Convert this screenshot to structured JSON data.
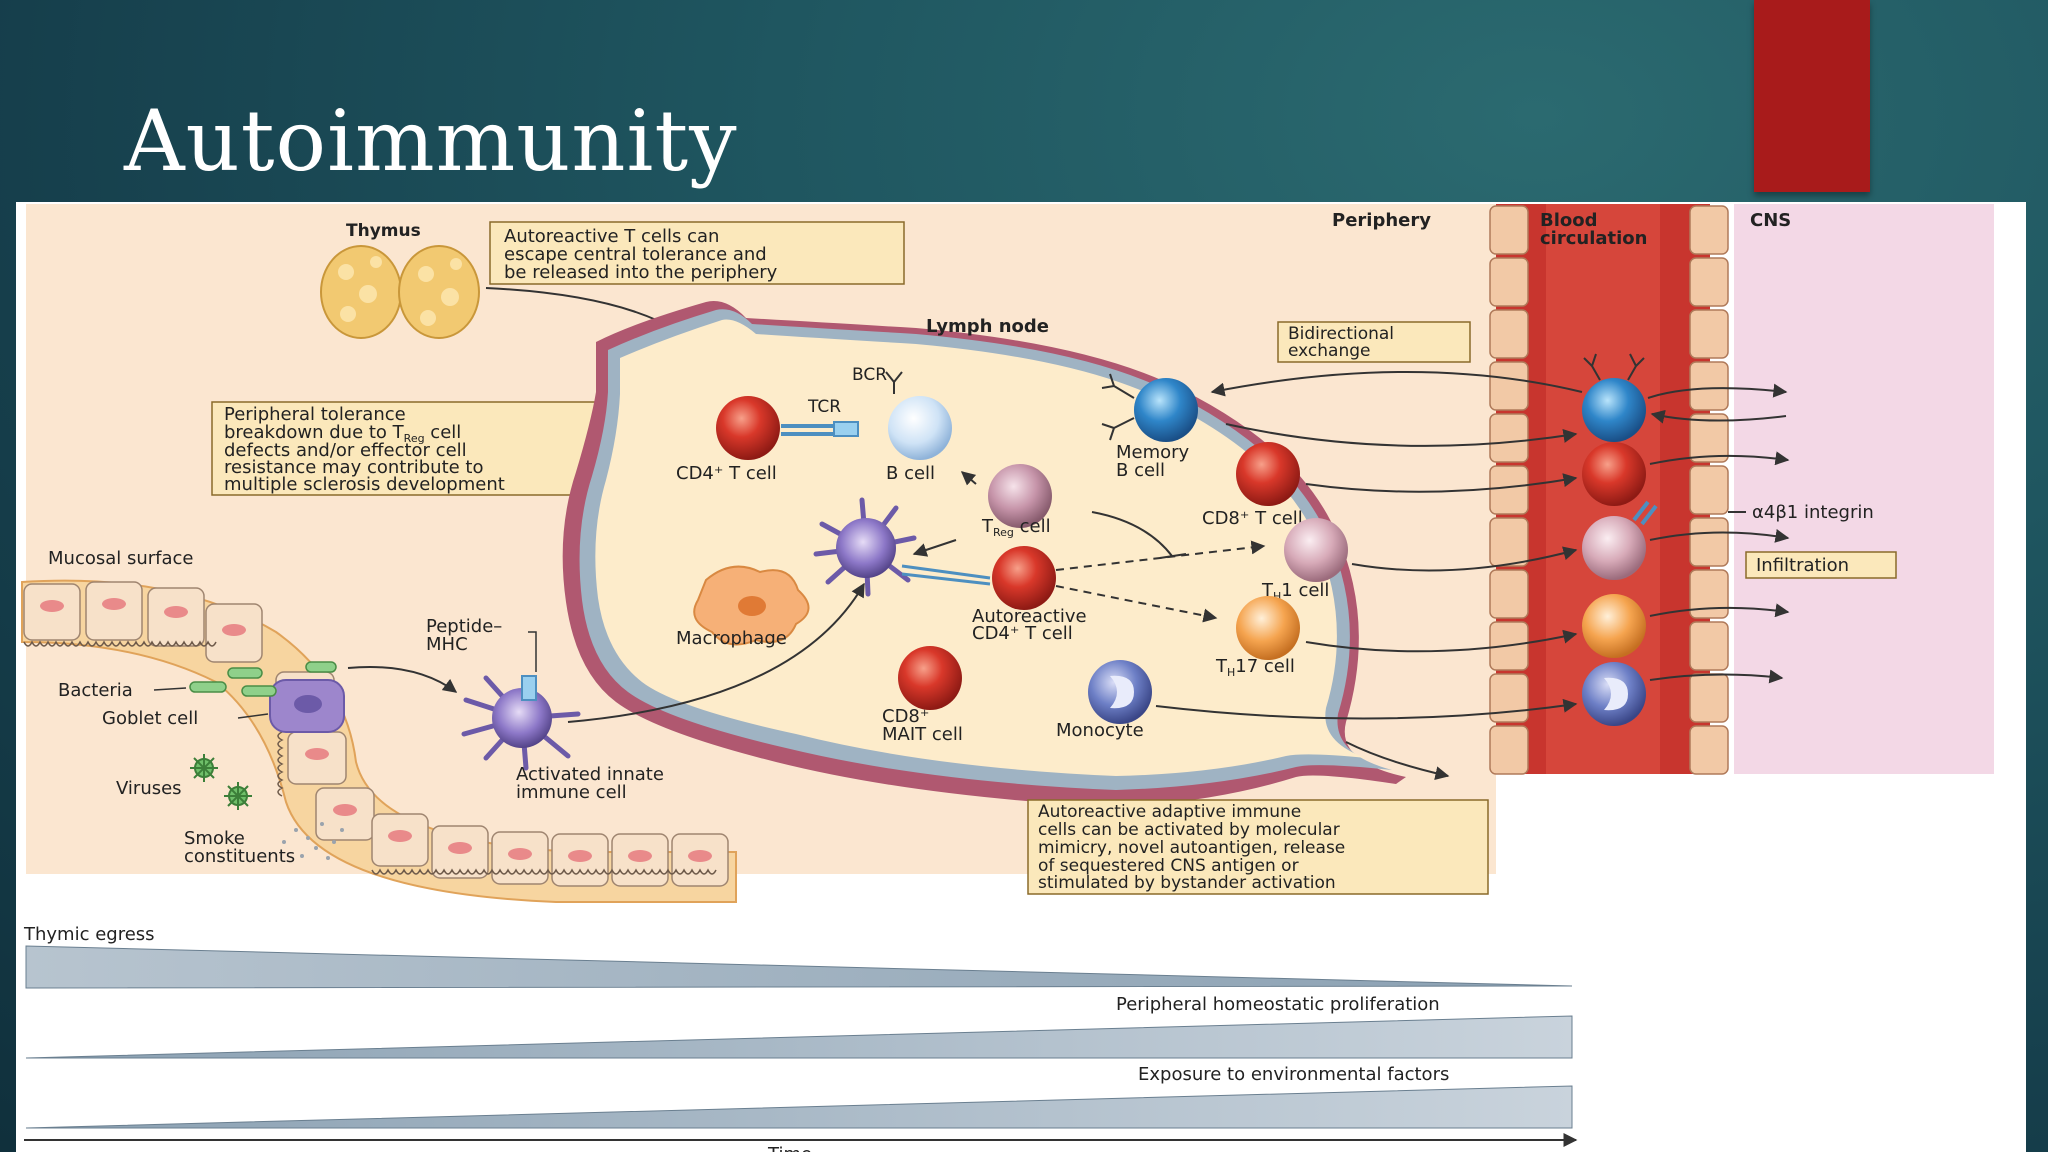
{
  "slide": {
    "title": "Autoimmunity"
  },
  "colors": {
    "accent": "#a81b1b",
    "background": "#1f5660",
    "note_box": "#fbe8bb",
    "node": "#fdeccb",
    "vessel": "#c8352e"
  },
  "diagram": {
    "thymus": "Thymus",
    "note_escape": [
      "Autoreactive T cells can",
      "escape central tolerance and",
      "be released into the periphery"
    ],
    "note_tolerance": [
      "Peripheral tolerance",
      "breakdown due to T",
      "defects and/or effector cell",
      "resistance may contribute to",
      "multiple sclerosis development"
    ],
    "note_tolerance_sub": "Reg",
    "note_tolerance_tail": " cell",
    "note_bidirectional": [
      "Bidirectional",
      "exchange"
    ],
    "note_adaptive": [
      "Autoreactive adaptive immune",
      "cells can be activated by molecular",
      "mimicry, novel autoantigen, release",
      "of sequestered CNS antigen or",
      "stimulated by bystander activation"
    ],
    "lymph_node": "Lymph node",
    "periphery": "Periphery",
    "blood": [
      "Blood",
      "circulation"
    ],
    "cns": "CNS",
    "bcr": "BCR",
    "tcr": "TCR",
    "cd4_t": "CD4⁺ T cell",
    "b_cell": "B cell",
    "memory_b": [
      "Memory",
      "B cell"
    ],
    "cd8_t": "CD8⁺ T cell",
    "treg": "T",
    "treg_sub": "Reg",
    "treg_tail": " cell",
    "th1": "T",
    "th1_sub": "H",
    "th1_tail": "1 cell",
    "th17": "T",
    "th17_sub": "H",
    "th17_tail": "17 cell",
    "autoreactive_cd4": [
      "Autoreactive",
      "CD4⁺ T cell"
    ],
    "macrophage": "Macrophage",
    "cd8_mait": [
      "CD8⁺",
      "MAIT cell"
    ],
    "monocyte": "Monocyte",
    "integrin": "α4β1 integrin",
    "infiltration": "Infiltration",
    "mucosal_surface": "Mucosal surface",
    "peptide_mhc": [
      "Peptide–",
      "MHC"
    ],
    "bacteria": "Bacteria",
    "goblet_cell": "Goblet cell",
    "viruses": "Viruses",
    "smoke": [
      "Smoke",
      "constituents"
    ],
    "innate_cell": [
      "Activated innate",
      "immune cell"
    ],
    "thymic_egress": "Thymic egress",
    "homeostatic": "Peripheral homeostatic proliferation",
    "environmental": "Exposure to environmental factors",
    "time": "Time"
  }
}
